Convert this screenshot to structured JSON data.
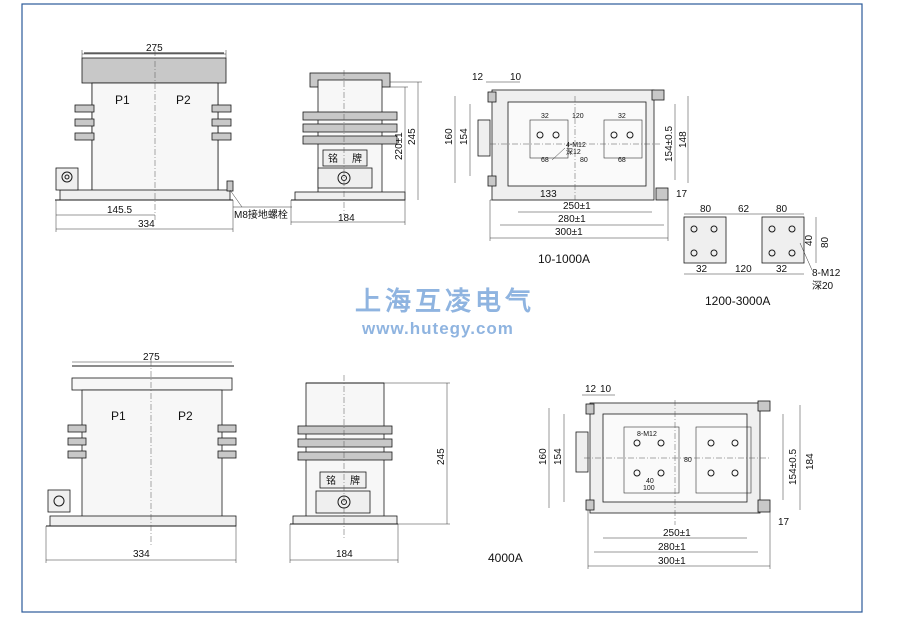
{
  "brand": {
    "name_cn": "上海互凌电气",
    "url": "www.hutegy.com",
    "color": "#8fb4e0"
  },
  "top_front": {
    "width": "275",
    "p1": "P1",
    "p2": "P2",
    "offset": "145.5",
    "base": "334",
    "bolt_label": "M8接地螺栓"
  },
  "top_side": {
    "h220": "220±1",
    "h245": "245",
    "plate_a": "铭",
    "plate_b": "牌",
    "base": "184"
  },
  "top_plan": {
    "d12": "12",
    "d10": "10",
    "d160": "160",
    "d154": "154",
    "d32a": "32",
    "d120": "120",
    "d32b": "32",
    "d68a": "68",
    "d80": "80",
    "d68b": "68",
    "hole_note": "4-M12",
    "hole_depth": "深12",
    "d154_05": "154±0.5",
    "d148": "148",
    "d133": "133",
    "d250": "250±1",
    "d17": "17",
    "d280": "280±1",
    "d300": "300±1",
    "range": "10-1000A"
  },
  "detail": {
    "d80a": "80",
    "d62": "62",
    "d80b": "80",
    "d40": "40",
    "d80c": "80",
    "d32": "32",
    "d120": "120",
    "d32b": "32",
    "hole_note": "8-M12",
    "hole_depth": "深20",
    "range": "1200-3000A"
  },
  "bottom_front": {
    "width": "275",
    "p1": "P1",
    "p2": "P2",
    "base": "334"
  },
  "bottom_side": {
    "h245": "245",
    "plate_a": "铭",
    "plate_b": "牌",
    "base": "184"
  },
  "bottom_plan": {
    "d12": "12",
    "d10": "10",
    "d160": "160",
    "d154": "154",
    "hole_note": "8-M12",
    "d40": "40",
    "d100": "100",
    "d80": "80",
    "d154_05": "154±0.5",
    "d184": "184",
    "d250": "250±1",
    "d17": "17",
    "d280": "280±1",
    "d300": "300±1"
  },
  "bottom_range": "4000A"
}
